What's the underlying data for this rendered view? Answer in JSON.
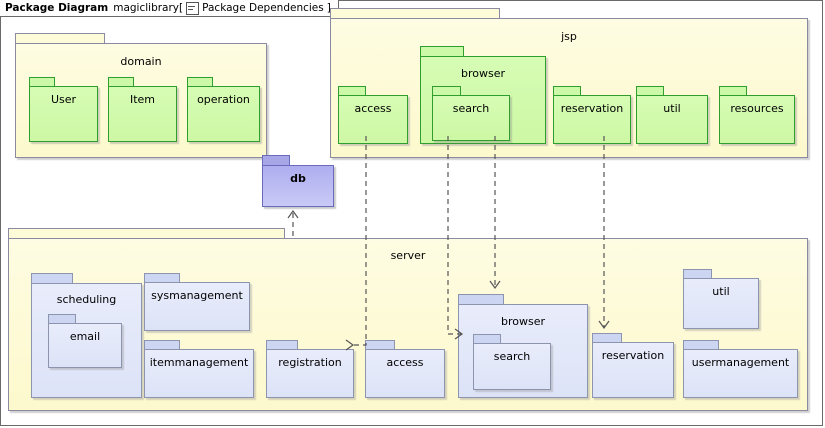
{
  "frame": {
    "kind": "Package Diagram",
    "model": "magiclibrary",
    "bracket_open": "[",
    "icon": "diagram-icon",
    "view": "Package Dependencies",
    "bracket_close": "]"
  },
  "packages": {
    "domain": {
      "label": "domain",
      "color": "#fdf9cd",
      "children": [
        {
          "label": "User",
          "color": "#cdf8a4"
        },
        {
          "label": "Item",
          "color": "#cdf8a4"
        },
        {
          "label": "operation",
          "color": "#cdf8a4"
        }
      ]
    },
    "jsp": {
      "label": "jsp",
      "color": "#fdf9cd",
      "children": [
        {
          "label": "access",
          "color": "#cdf8a4"
        },
        {
          "label": "browser",
          "color": "#cdf8a4",
          "children": [
            {
              "label": "search",
              "color": "#cdf8a4"
            }
          ]
        },
        {
          "label": "reservation",
          "color": "#cdf8a4"
        },
        {
          "label": "util",
          "color": "#cdf8a4"
        },
        {
          "label": "resources",
          "color": "#cdf8a4"
        }
      ]
    },
    "db": {
      "label": "db",
      "color": "#aeaef0"
    },
    "server": {
      "label": "server",
      "color": "#fdf9cd",
      "children": [
        {
          "label": "scheduling",
          "color": "#dde3f7",
          "children": [
            {
              "label": "email",
              "color": "#dde3f7"
            }
          ]
        },
        {
          "label": "sysmanagement",
          "color": "#dde3f7"
        },
        {
          "label": "itemmanagement",
          "color": "#dde3f7"
        },
        {
          "label": "registration",
          "color": "#dde3f7"
        },
        {
          "label": "access",
          "color": "#dde3f7"
        },
        {
          "label": "browser",
          "color": "#dde3f7",
          "children": [
            {
              "label": "search",
              "color": "#dde3f7"
            }
          ]
        },
        {
          "label": "reservation",
          "color": "#dde3f7"
        },
        {
          "label": "util",
          "color": "#dde3f7"
        },
        {
          "label": "usermanagement",
          "color": "#dde3f7"
        }
      ]
    }
  },
  "dependencies": [
    {
      "from": "jsp.access",
      "to": "server.access",
      "style": "dashed-arrow"
    },
    {
      "from": "jsp.browser",
      "to": "server.browser",
      "style": "dashed-arrow"
    },
    {
      "from": "jsp.browser.search",
      "to": "server.browser.search",
      "style": "dashed-arrow"
    },
    {
      "from": "jsp.reservation",
      "to": "server.reservation",
      "style": "dashed-arrow"
    },
    {
      "from": "server",
      "to": "db",
      "style": "dashed-arrow"
    }
  ]
}
